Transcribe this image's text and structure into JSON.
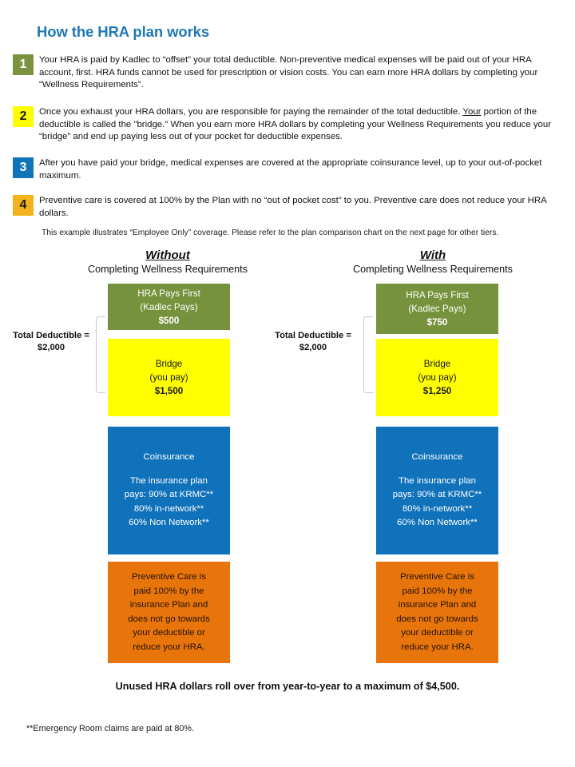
{
  "page_title": "How the HRA plan works",
  "title_color": "#1f78b4",
  "steps": [
    {
      "number": "1",
      "color": "#7b9340",
      "text_a": "Your HRA is paid by Kadlec  to “offset” your total deductible.  Non-preventive medical expenses will be paid out of your HRA account, first. HRA funds cannot be used for prescription or vision costs.  You can earn more HRA dollars by completing your “Wellness Requirements”.",
      "underline": "",
      "text_b": ""
    },
    {
      "number": "2",
      "color": "#ffff00",
      "text_a": "Once you exhaust your HRA dollars, you are responsible for paying the remainder of the total deductible.  ",
      "underline": "Your",
      "text_b": " portion of the deductible is called the \"bridge.\"  When you earn more HRA dollars by completing your Wellness Requirements you reduce your “bridge” and end up paying less out of your pocket for deductible expenses."
    },
    {
      "number": "3",
      "color": "#0f74ba",
      "text_a": "After you have paid your bridge, medical expenses are covered at the appropriate coinsurance level, up to your out-of-pocket maximum.",
      "underline": "",
      "text_b": ""
    },
    {
      "number": "4",
      "color": "#f3b31c",
      "text_a": "Preventive care is covered at 100% by the Plan with no “out of pocket cost” to you.  Preventive care does not reduce your HRA dollars.",
      "underline": "",
      "text_b": ""
    }
  ],
  "example_note": "This example illustrates “Employee Only” coverage.  Please refer to the plan comparison chart on the next page for other tiers.",
  "columns": {
    "left": {
      "heading_emphasis": "Without",
      "heading_sub": "Completing Wellness Requirements",
      "deductible_label": "Total Deductible =",
      "deductible_value": "$2,000",
      "hra": {
        "line1": "HRA Pays First",
        "line2": "(Kadlec Pays)",
        "amount": "$500",
        "color": "#76923c"
      },
      "bridge": {
        "line1": "Bridge",
        "line2": "(you pay)",
        "amount": "$1,500",
        "color": "#ffff00"
      },
      "coinsurance": {
        "title": "Coinsurance",
        "line1": "The insurance plan",
        "line2": "pays:  90% at KRMC**",
        "line3": "80% in-network**",
        "line4": "60% Non Network**",
        "color": "#1072bb"
      },
      "preventive": {
        "line1": "Preventive Care is",
        "line2": "paid 100% by the",
        "line3": "insurance Plan and",
        "line4": "does not go towards",
        "line5": "your deductible or",
        "line6": "reduce your HRA.",
        "color": "#e8740c"
      }
    },
    "right": {
      "heading_emphasis": "With",
      "heading_sub": "Completing Wellness Requirements",
      "deductible_label": "Total Deductible =",
      "deductible_value": "$2,000",
      "hra": {
        "line1": "HRA Pays First",
        "line2": "(Kadlec Pays)",
        "amount": "$750",
        "color": "#76923c"
      },
      "bridge": {
        "line1": "Bridge",
        "line2": "(you pay)",
        "amount": "$1,250",
        "color": "#ffff00"
      },
      "coinsurance": {
        "title": "Coinsurance",
        "line1": "The insurance plan",
        "line2": "pays:  90% at KRMC**",
        "line3": "80% in-network**",
        "line4": "60% Non Network**",
        "color": "#1072bb"
      },
      "preventive": {
        "line1": "Preventive Care is",
        "line2": "paid 100% by the",
        "line3": "insurance Plan and",
        "line4": "does not go towards",
        "line5": "your deductible or",
        "line6": "reduce your HRA.",
        "color": "#e8740c"
      }
    }
  },
  "footer_main": "Unused HRA dollars roll over from year-to-year to a maximum of $4,500.",
  "footer_note": "**Emergency Room claims are paid at 80%."
}
